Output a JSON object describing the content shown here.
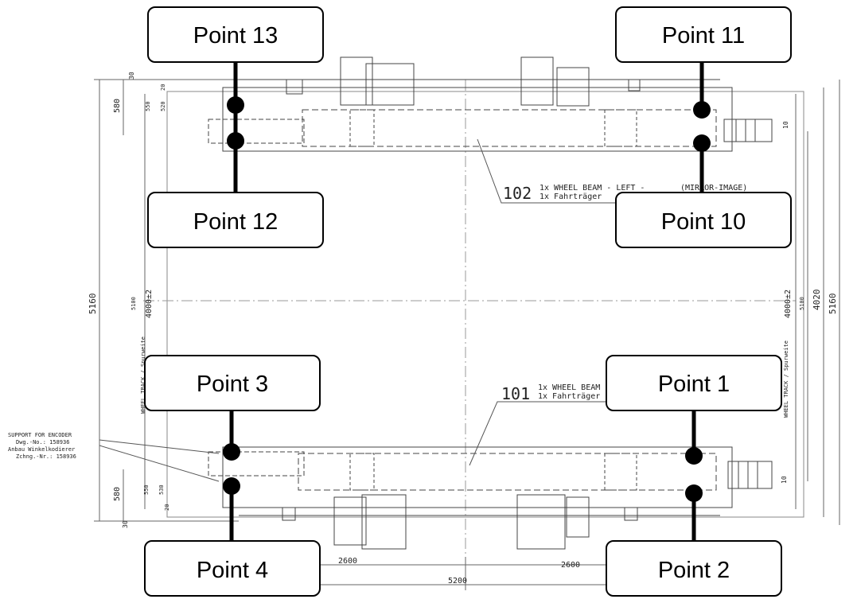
{
  "points": {
    "p13": "Point 13",
    "p11": "Point 11",
    "p12": "Point 12",
    "p10": "Point 10",
    "p3": "Point 3",
    "p1": "Point 1",
    "p4": "Point 4",
    "p2": "Point 2"
  },
  "drawing": {
    "beam_left_num": "102",
    "beam_left_en": "1x WHEEL BEAM - LEFT -",
    "beam_left_mirror": "(MIRROR-IMAGE)",
    "beam_left_de": "1x Fahrträger",
    "beam_right_num": "101",
    "beam_right_en": "1x WHEEL BEAM",
    "beam_right_de": "1x Fahrträger",
    "encoder_1": "SUPPORT FOR ENCODER",
    "encoder_2": "Dwg.-No.: 158936",
    "encoder_3": "Anbau Winkelkodierer",
    "encoder_4": "Zchng.-Nr.: 158936",
    "dim_5160_left": "5160",
    "dim_5160_right": "5160",
    "dim_4020": "4020",
    "dim_4000_left": "4000±2",
    "dim_4000_right": "4000±2",
    "dim_5100_left": "5100",
    "dim_5100_right": "5100",
    "dim_580_top": "580",
    "dim_580_bottom": "580",
    "dim_30_top": "30",
    "dim_30_bottom": "30",
    "dim_10_top": "10",
    "dim_10_bottom": "10",
    "dim_550_top": "550",
    "dim_520_top": "520",
    "dim_20_top": "20",
    "dim_550_bottom": "550",
    "dim_530_bottom": "530",
    "dim_20_bottom": "20",
    "dim_2600_left": "2600",
    "dim_2600_right": "2600",
    "dim_5200": "5200",
    "track_left": "WHEEL TRACK / Spurweite",
    "track_right": "WHEEL TRACK / Spurweite"
  }
}
